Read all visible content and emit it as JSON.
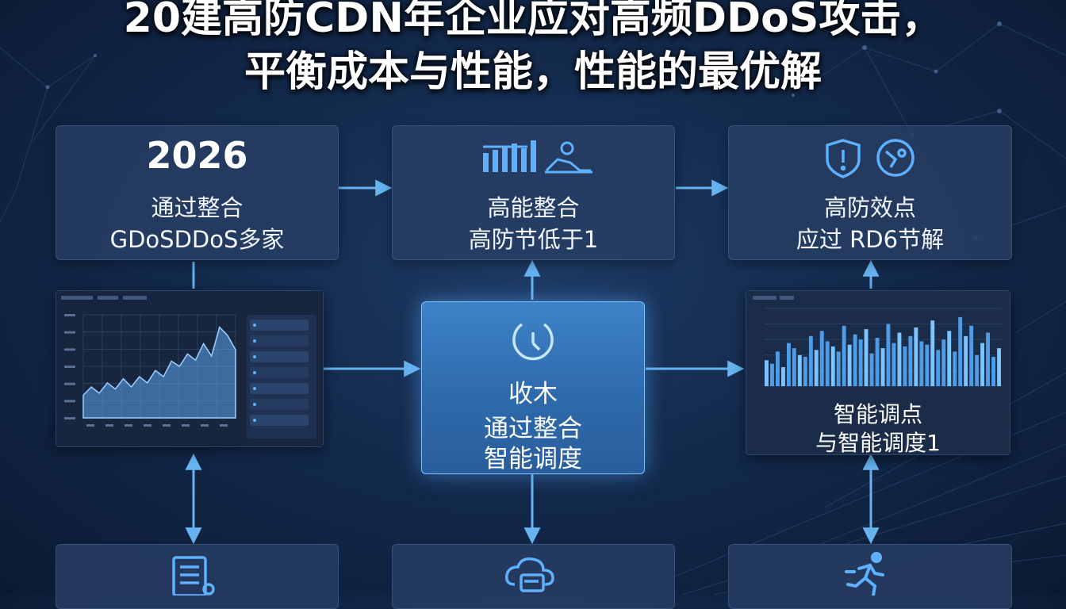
{
  "title": {
    "line1": "20建高防CDN年企业应对高频DDoS攻击，",
    "line2": "平衡成本与性能，性能的最优解"
  },
  "cards": {
    "top_left": {
      "year": "2026",
      "line1": "通过整合",
      "line2": "GDoSDDoS多家"
    },
    "top_mid": {
      "line1": "高能整合",
      "line2": "高防节低于1",
      "icon": "bar-chart-person-icon"
    },
    "top_right": {
      "line1": "高防效点",
      "line2": "应过 RD6节解",
      "icon": "shield-alert-icon"
    },
    "center": {
      "line1": "收木",
      "line2": "通过整合",
      "line3": "智能调度",
      "icon": "clock-icon"
    },
    "right_panel": {
      "line1": "智能调点",
      "line2": "与智能调度1"
    }
  },
  "bottom_icons": [
    "document-list-icon",
    "cloud-server-icon",
    "running-person-icon"
  ],
  "colors": {
    "accent": "#5fb0ff",
    "arrow": "#66b3f0",
    "card": "#283e64"
  },
  "chart_data": [
    {
      "type": "area",
      "values": [
        22,
        30,
        24,
        34,
        28,
        38,
        30,
        40,
        34,
        46,
        40,
        55,
        50,
        62,
        56,
        72,
        60,
        88,
        80,
        66
      ]
    },
    {
      "type": "bar",
      "values": [
        30,
        26,
        40,
        22,
        50,
        44,
        36,
        34,
        58,
        42,
        64,
        52,
        46,
        40,
        70,
        48,
        60,
        54,
        66,
        38,
        56,
        44,
        72,
        50,
        62,
        46,
        58,
        68,
        52,
        48,
        76,
        42,
        54,
        64,
        40,
        80,
        58,
        70,
        36,
        50,
        62,
        34,
        44
      ]
    }
  ]
}
